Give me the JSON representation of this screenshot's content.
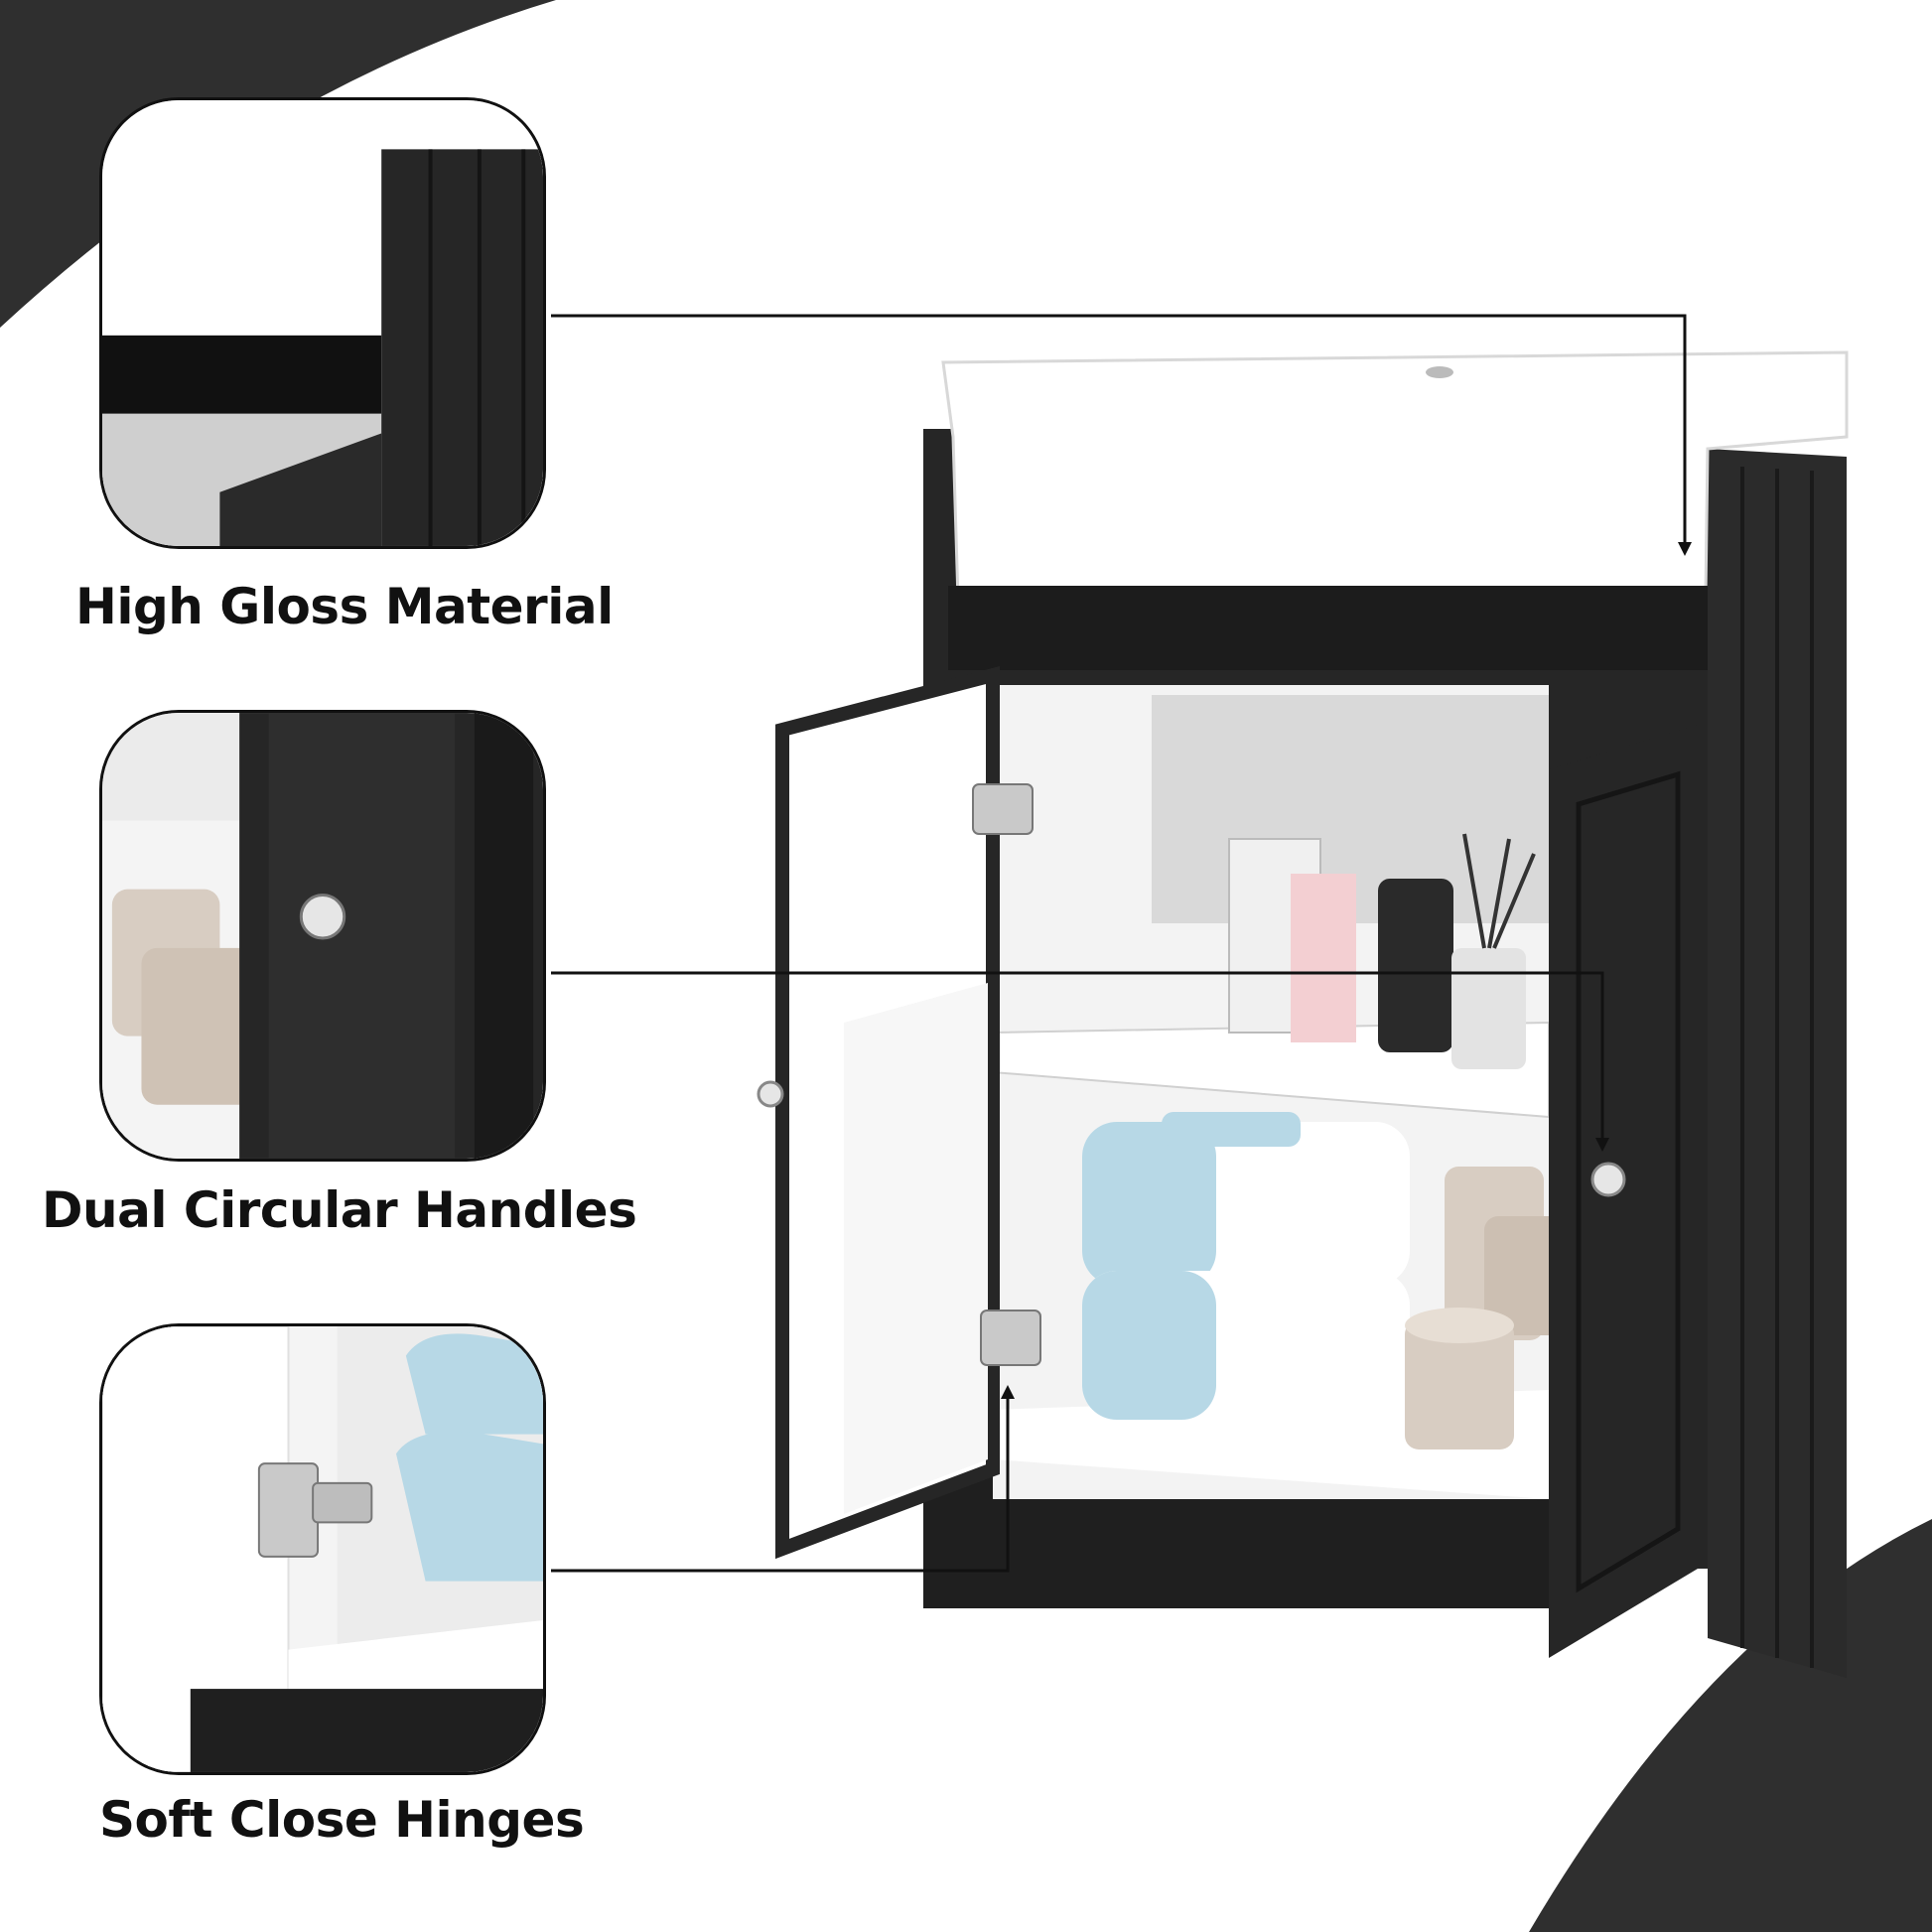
{
  "features": [
    {
      "label": "High Gloss Material"
    },
    {
      "label": "Dual Circular Handles"
    },
    {
      "label": "Soft Close Hinges"
    }
  ],
  "colors": {
    "cabinet": "#262626",
    "accent_dark": "#2a2a2a",
    "interior": "#f4f4f4",
    "basin": "#ffffff",
    "wipes_blue": "#b7d8e6",
    "tissue": "#d8cdc2"
  },
  "product": {
    "name": "vanity-unit-with-basin",
    "icons": [
      "callout-arrow",
      "chrome-knob-icon",
      "hinge-icon"
    ]
  }
}
